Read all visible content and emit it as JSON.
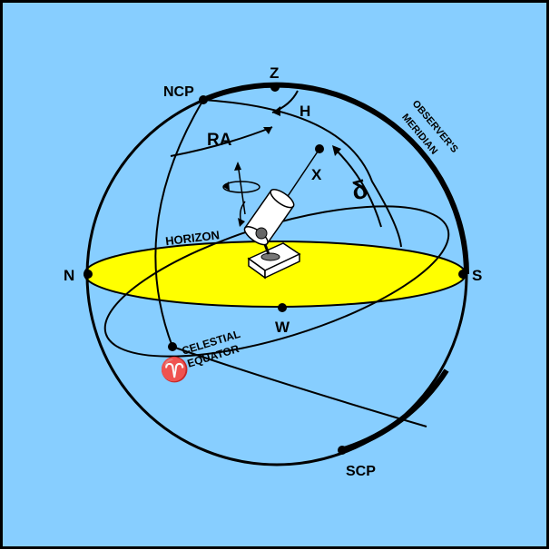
{
  "colors": {
    "background": "#87CEFF",
    "horizon_fill": "#FFFF00",
    "line": "#000000",
    "telescope_fill": "#FFFFFF"
  },
  "labels": {
    "zenith": "Z",
    "ncp": "NCP",
    "scp": "SCP",
    "north": "N",
    "south": "S",
    "west": "W",
    "hour_angle": "H",
    "right_ascension": "RA",
    "star": "X",
    "declination": "δ",
    "vernal_equinox": "♈",
    "horizon": "HORIZON",
    "celestial_line1": "CELESTIAL",
    "celestial_line2": "EQUATOR",
    "meridian_line1": "OBSERVER'S",
    "meridian_line2": "MERIDIAN"
  }
}
